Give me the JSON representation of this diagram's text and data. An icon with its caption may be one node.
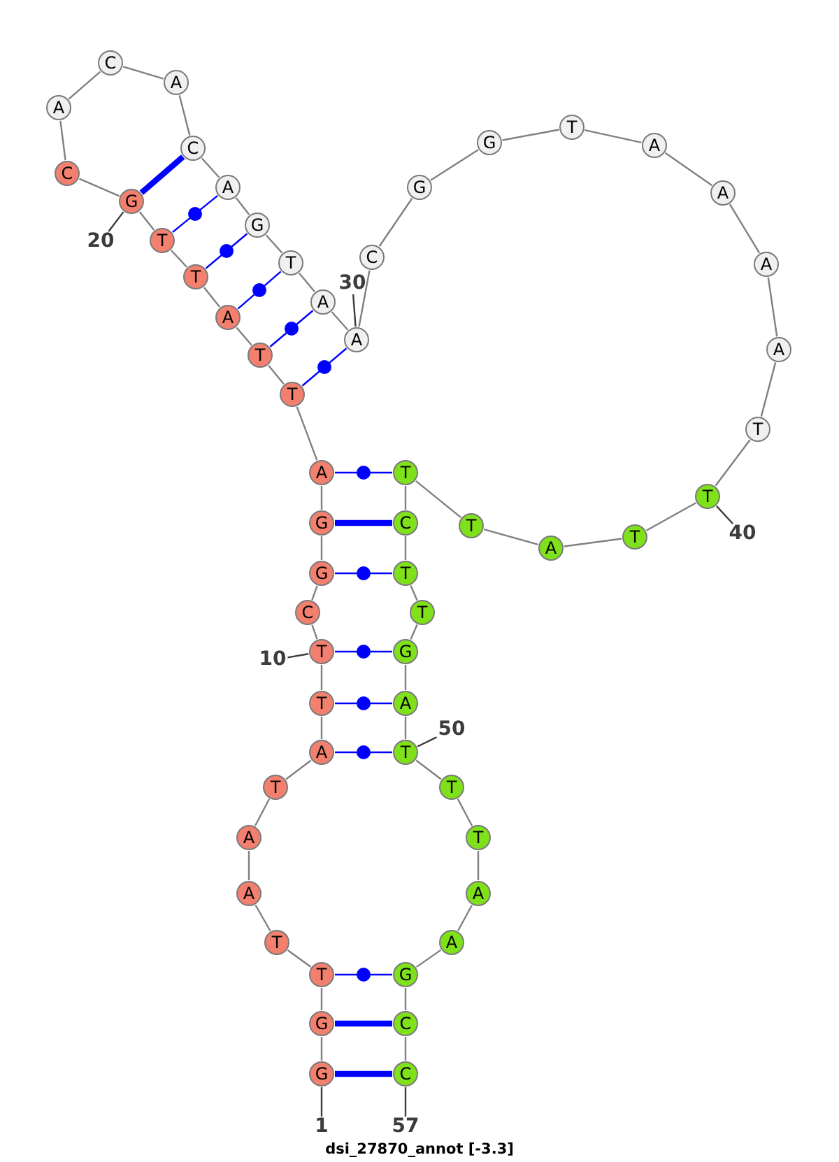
{
  "diagram": {
    "caption": "dsi_27870_annot [-3.3]",
    "nodes": [
      {
        "text": [
          "G"
        ]
      },
      {
        "text": [
          "G"
        ]
      },
      {
        "text": [
          "T"
        ]
      },
      {
        "text": [
          "T"
        ]
      },
      {
        "text": [
          "A"
        ]
      },
      {
        "text": [
          "A"
        ]
      },
      {
        "text": [
          "T"
        ]
      },
      {
        "text": [
          "A"
        ]
      },
      {
        "text": [
          "T"
        ]
      },
      {
        "text": [
          "T"
        ]
      },
      {
        "text": [
          "C"
        ]
      },
      {
        "text": [
          "G"
        ]
      },
      {
        "text": [
          "G"
        ]
      },
      {
        "text": [
          "A"
        ]
      },
      {
        "text": [
          "T"
        ]
      },
      {
        "text": [
          "T"
        ]
      },
      {
        "text": [
          "A"
        ]
      },
      {
        "text": [
          "T"
        ]
      },
      {
        "text": [
          "T"
        ]
      },
      {
        "text": [
          "G"
        ]
      },
      {
        "text": [
          "C"
        ]
      },
      {
        "text": [
          "A"
        ]
      },
      {
        "text": [
          "C"
        ]
      },
      {
        "text": [
          "A"
        ]
      },
      {
        "text": [
          "C"
        ]
      },
      {
        "text": [
          "A"
        ]
      },
      {
        "text": [
          "G"
        ]
      },
      {
        "text": [
          "T"
        ]
      },
      {
        "text": [
          "A"
        ]
      },
      {
        "text": [
          "A"
        ]
      },
      {
        "text": [
          "C"
        ]
      },
      {
        "text": [
          "G"
        ]
      },
      {
        "text": [
          "G"
        ]
      },
      {
        "text": [
          "T"
        ]
      },
      {
        "text": [
          "A"
        ]
      },
      {
        "text": [
          "A"
        ]
      },
      {
        "text": [
          "A"
        ]
      },
      {
        "text": [
          "A"
        ]
      },
      {
        "text": [
          "T"
        ]
      },
      {
        "text": [
          "T"
        ]
      },
      {
        "text": [
          "T"
        ]
      },
      {
        "text": [
          "A"
        ]
      },
      {
        "text": [
          "T"
        ]
      },
      {
        "text": [
          "T"
        ]
      },
      {
        "text": [
          "C"
        ]
      },
      {
        "text": [
          "T"
        ]
      },
      {
        "text": [
          "T"
        ]
      },
      {
        "text": [
          "G"
        ]
      },
      {
        "text": [
          "A"
        ]
      },
      {
        "text": [
          "T"
        ]
      },
      {
        "text": [
          "T"
        ]
      },
      {
        "text": [
          "T"
        ]
      },
      {
        "text": [
          "A"
        ]
      },
      {
        "text": [
          "A"
        ]
      },
      {
        "text": [
          "G"
        ]
      },
      {
        "text": [
          "C"
        ]
      },
      {
        "text": [
          "C"
        ]
      },
      {
        "text": [
          "1"
        ]
      },
      {
        "text": [
          "10"
        ]
      },
      {
        "text": [
          "20"
        ]
      },
      {
        "text": [
          "30"
        ]
      },
      {
        "text": [
          "40"
        ]
      },
      {
        "text": [
          "50"
        ]
      },
      {
        "text": [
          "57"
        ]
      }
    ],
    "edges": [
      {
        "from": 0,
        "to": 1,
        "arrow": "none"
      },
      {
        "from": 1,
        "to": 2,
        "arrow": "none"
      },
      {
        "from": 2,
        "to": 3,
        "arrow": "none"
      },
      {
        "from": 3,
        "to": 4,
        "arrow": "none"
      },
      {
        "from": 4,
        "to": 5,
        "arrow": "none"
      },
      {
        "from": 5,
        "to": 6,
        "arrow": "none"
      },
      {
        "from": 6,
        "to": 7,
        "arrow": "none"
      },
      {
        "from": 7,
        "to": 8,
        "arrow": "none"
      },
      {
        "from": 8,
        "to": 9,
        "arrow": "none"
      },
      {
        "from": 9,
        "to": 10,
        "arrow": "none"
      },
      {
        "from": 10,
        "to": 11,
        "arrow": "none"
      },
      {
        "from": 11,
        "to": 12,
        "arrow": "none"
      },
      {
        "from": 12,
        "to": 13,
        "arrow": "none"
      },
      {
        "from": 13,
        "to": 14,
        "arrow": "none"
      },
      {
        "from": 14,
        "to": 15,
        "arrow": "none"
      },
      {
        "from": 15,
        "to": 16,
        "arrow": "none"
      },
      {
        "from": 16,
        "to": 17,
        "arrow": "none"
      },
      {
        "from": 17,
        "to": 18,
        "arrow": "none"
      },
      {
        "from": 18,
        "to": 19,
        "arrow": "none"
      },
      {
        "from": 19,
        "to": 20,
        "arrow": "none"
      },
      {
        "from": 20,
        "to": 21,
        "arrow": "none"
      },
      {
        "from": 21,
        "to": 22,
        "arrow": "none"
      },
      {
        "from": 22,
        "to": 23,
        "arrow": "none"
      },
      {
        "from": 23,
        "to": 24,
        "arrow": "none"
      },
      {
        "from": 24,
        "to": 25,
        "arrow": "none"
      },
      {
        "from": 25,
        "to": 26,
        "arrow": "none"
      },
      {
        "from": 26,
        "to": 27,
        "arrow": "none"
      },
      {
        "from": 27,
        "to": 28,
        "arrow": "none"
      },
      {
        "from": 28,
        "to": 29,
        "arrow": "none"
      },
      {
        "from": 29,
        "to": 30,
        "arrow": "none"
      },
      {
        "from": 30,
        "to": 31,
        "arrow": "none"
      },
      {
        "from": 31,
        "to": 32,
        "arrow": "none"
      },
      {
        "from": 32,
        "to": 33,
        "arrow": "none"
      },
      {
        "from": 33,
        "to": 34,
        "arrow": "none"
      },
      {
        "from": 34,
        "to": 35,
        "arrow": "none"
      },
      {
        "from": 35,
        "to": 36,
        "arrow": "none"
      },
      {
        "from": 36,
        "to": 37,
        "arrow": "none"
      },
      {
        "from": 37,
        "to": 38,
        "arrow": "none"
      },
      {
        "from": 38,
        "to": 39,
        "arrow": "none"
      },
      {
        "from": 39,
        "to": 40,
        "arrow": "none"
      },
      {
        "from": 40,
        "to": 41,
        "arrow": "none"
      },
      {
        "from": 41,
        "to": 42,
        "arrow": "none"
      },
      {
        "from": 42,
        "to": 43,
        "arrow": "none"
      },
      {
        "from": 43,
        "to": 44,
        "arrow": "none"
      },
      {
        "from": 44,
        "to": 45,
        "arrow": "none"
      },
      {
        "from": 45,
        "to": 46,
        "arrow": "none"
      },
      {
        "from": 46,
        "to": 47,
        "arrow": "none"
      },
      {
        "from": 47,
        "to": 48,
        "arrow": "none"
      },
      {
        "from": 48,
        "to": 49,
        "arrow": "none"
      },
      {
        "from": 49,
        "to": 50,
        "arrow": "none"
      },
      {
        "from": 50,
        "to": 51,
        "arrow": "none"
      },
      {
        "from": 51,
        "to": 52,
        "arrow": "none"
      },
      {
        "from": 52,
        "to": 53,
        "arrow": "none"
      },
      {
        "from": 53,
        "to": 54,
        "arrow": "none"
      },
      {
        "from": 54,
        "to": 55,
        "arrow": "none"
      },
      {
        "from": 55,
        "to": 56,
        "arrow": "none"
      },
      {
        "from": 0,
        "to": 56,
        "arrow": "none",
        "style": "thick",
        "color": "#0000ff"
      },
      {
        "from": 1,
        "to": 55,
        "arrow": "none",
        "style": "thick",
        "color": "#0000ff"
      },
      {
        "from": 2,
        "to": 54,
        "arrow": "none",
        "color": "#0000ff"
      },
      {
        "from": 7,
        "to": 49,
        "arrow": "none",
        "color": "#0000ff"
      },
      {
        "from": 8,
        "to": 48,
        "arrow": "none",
        "color": "#0000ff"
      },
      {
        "from": 9,
        "to": 47,
        "arrow": "none",
        "color": "#0000ff"
      },
      {
        "from": 11,
        "to": 45,
        "arrow": "none",
        "color": "#0000ff"
      },
      {
        "from": 12,
        "to": 44,
        "arrow": "none",
        "style": "thick",
        "color": "#0000ff"
      },
      {
        "from": 13,
        "to": 43,
        "arrow": "none",
        "color": "#0000ff"
      },
      {
        "from": 14,
        "to": 29,
        "arrow": "none",
        "color": "#0000ff"
      },
      {
        "from": 15,
        "to": 28,
        "arrow": "none",
        "color": "#0000ff"
      },
      {
        "from": 16,
        "to": 27,
        "arrow": "none",
        "color": "#0000ff"
      },
      {
        "from": 17,
        "to": 26,
        "arrow": "none",
        "color": "#0000ff"
      },
      {
        "from": 18,
        "to": 25,
        "arrow": "none",
        "color": "#0000ff"
      },
      {
        "from": 19,
        "to": 24,
        "arrow": "none",
        "style": "thick",
        "color": "#0000ff"
      },
      {
        "from": 57,
        "to": 0,
        "arrow": "none"
      },
      {
        "from": 58,
        "to": 9,
        "arrow": "none"
      },
      {
        "from": 59,
        "to": 19,
        "arrow": "none"
      },
      {
        "from": 60,
        "to": 29,
        "arrow": "none"
      },
      {
        "from": 61,
        "to": 39,
        "arrow": "none"
      },
      {
        "from": 62,
        "to": 49,
        "arrow": "none"
      },
      {
        "from": 63,
        "to": 56,
        "arrow": "none"
      }
    ]
  }
}
